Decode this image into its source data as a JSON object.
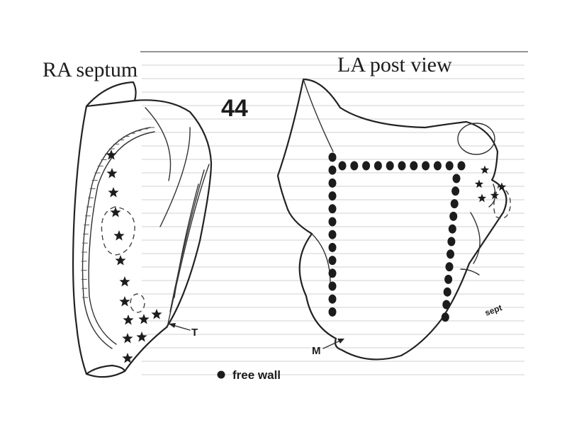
{
  "panels": {
    "left": {
      "title": "RA septum",
      "tricuspid_label": "T"
    },
    "right": {
      "title": "LA post view",
      "mitral_label": "M",
      "septum_label": "sept"
    }
  },
  "figure_number": "44",
  "legend": {
    "text": "free wall",
    "marker": "dot"
  },
  "colors": {
    "ink": "#1c1c1c",
    "paper": "#ffffff",
    "ghost_text": "#d9d9d9"
  }
}
